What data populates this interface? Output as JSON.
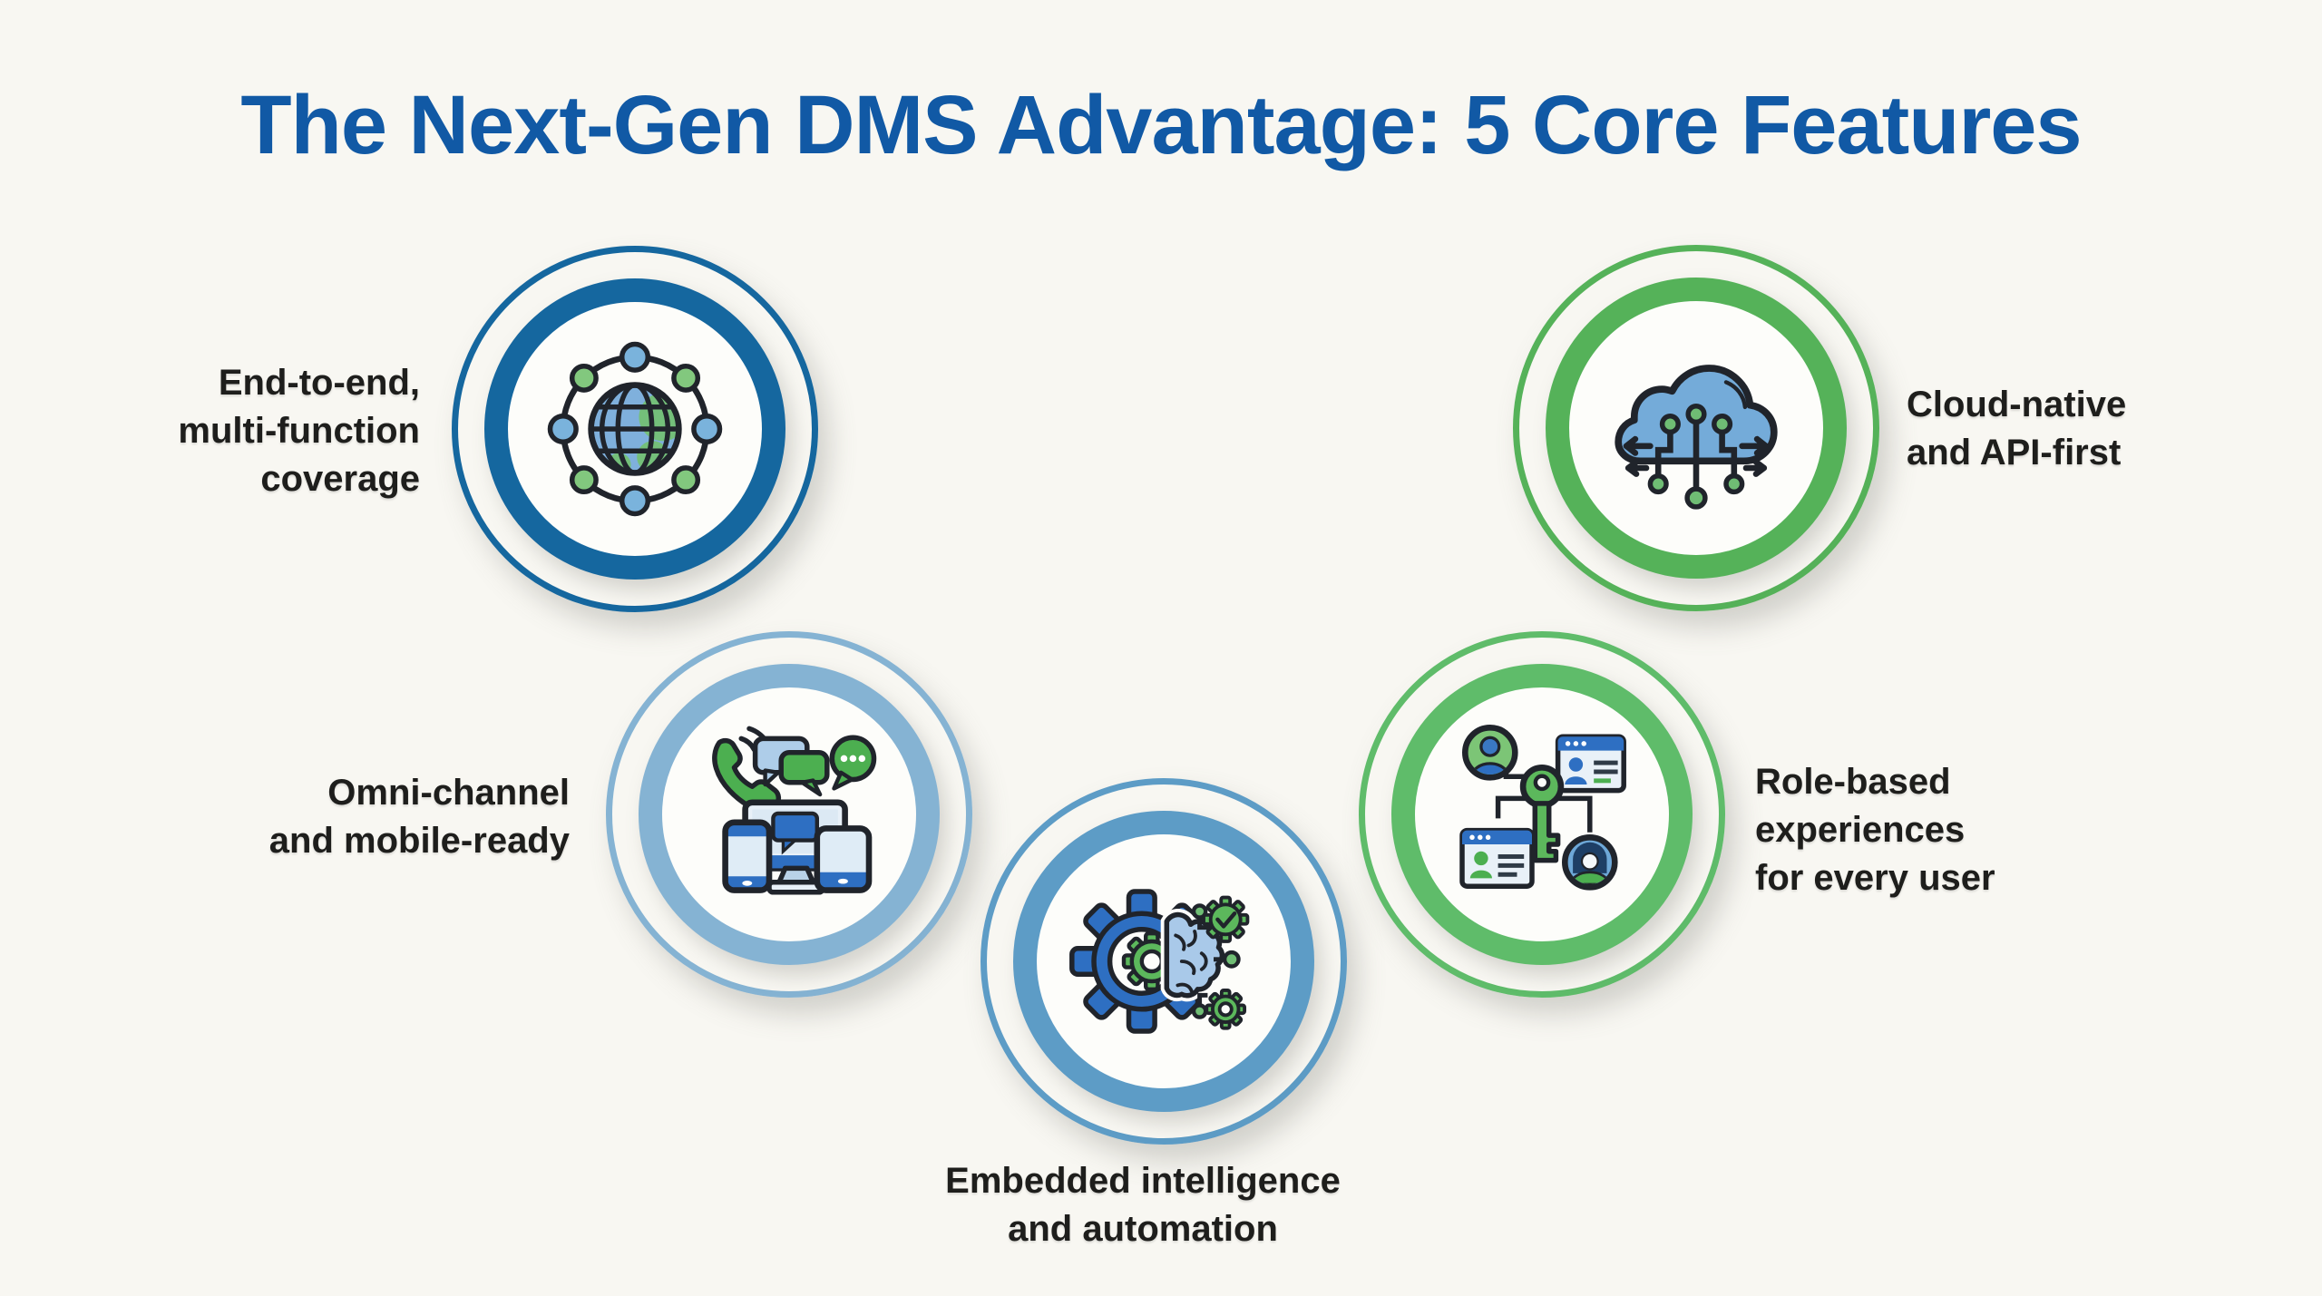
{
  "title": "The Next-Gen DMS Advantage: 5 Core Features",
  "colors": {
    "background": "#f8f7f2",
    "title_blue": "#1159a5",
    "label_text": "#1e1e1c",
    "ring_dark_blue": "#15679f",
    "ring_green": "#55b259",
    "ring_light_blue": "#85b3d3",
    "ring_green_light": "#5fbc6a",
    "ring_steel_blue": "#5d9cc6",
    "icon_blue": "#2e6fc2",
    "icon_green": "#4caf50",
    "icon_light_blue": "#7ab3dc"
  },
  "features": [
    {
      "id": "end-to-end-coverage",
      "label_lines": [
        "End-to-end,",
        "multi-function",
        "coverage"
      ],
      "icon": "globe-network-icon",
      "ring_color": "#15679f"
    },
    {
      "id": "cloud-native",
      "label_lines": [
        "Cloud-native",
        "and API-first"
      ],
      "icon": "cloud-api-icon",
      "ring_color": "#55b259"
    },
    {
      "id": "omni-channel",
      "label_lines": [
        "Omni-channel",
        "and mobile-ready"
      ],
      "icon": "omnichannel-devices-icon",
      "ring_color": "#85b3d3"
    },
    {
      "id": "role-based",
      "label_lines": [
        "Role-based",
        "experiences",
        "for every user"
      ],
      "icon": "role-key-icon",
      "ring_color": "#5fbc6a"
    },
    {
      "id": "embedded-intelligence",
      "label_lines": [
        "Embedded intelligence",
        "and automation"
      ],
      "icon": "gear-brain-icon",
      "ring_color": "#5d9cc6"
    }
  ]
}
